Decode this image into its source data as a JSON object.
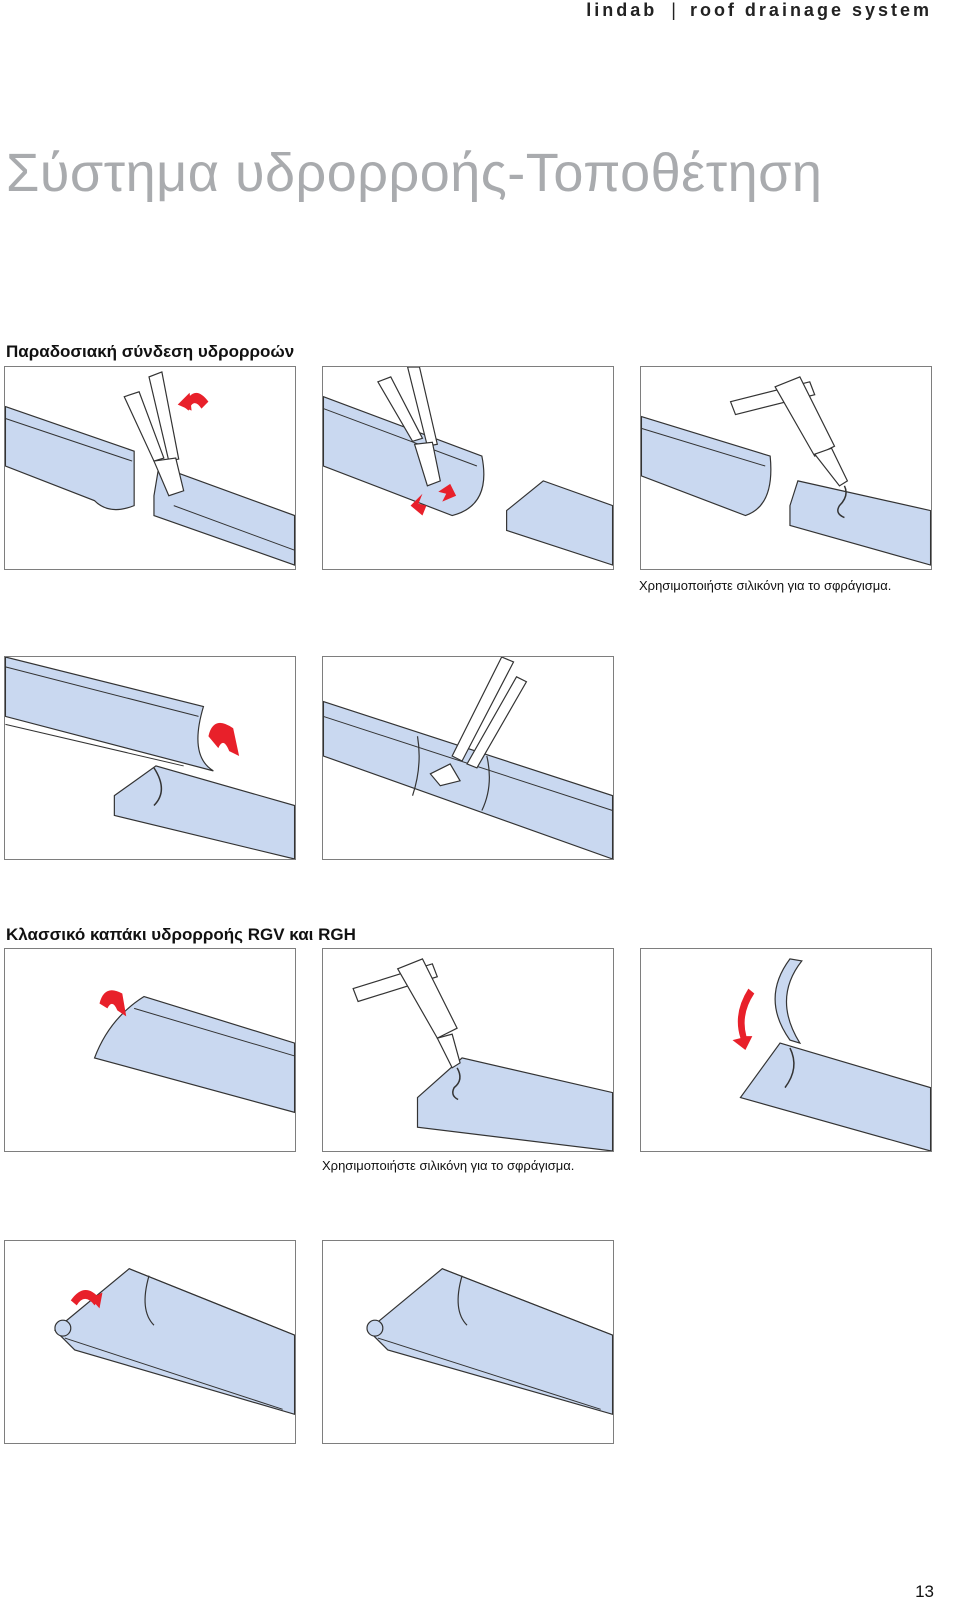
{
  "header": {
    "brand": "lindab",
    "separator": "|",
    "product": "roof drainage system"
  },
  "title": "Σύστημα υδρορροής-Τοποθέτηση",
  "sections": [
    {
      "heading": "Παραδοσιακή σύνδεση υδρορροών"
    },
    {
      "heading": "Κλασσικό καπάκι υδρορροής RGV και RGH"
    }
  ],
  "captions": {
    "silicone_1": "Χρησιμοποιήστε σιλικόνη για το σφράγισμα.",
    "silicone_2": "Χρησιμοποιήστε σιλικόνη για το σφράγισμα."
  },
  "colors": {
    "gutter_fill": "#c9d8f0",
    "arrow": "#e8202a",
    "outline": "#333333",
    "title_grey": "#a9abae"
  },
  "icons": [
    "pliers-icon",
    "silicone-gun-icon",
    "rotate-arrow-icon",
    "press-arrow-icon",
    "end-cap-icon"
  ],
  "page_number": "13"
}
